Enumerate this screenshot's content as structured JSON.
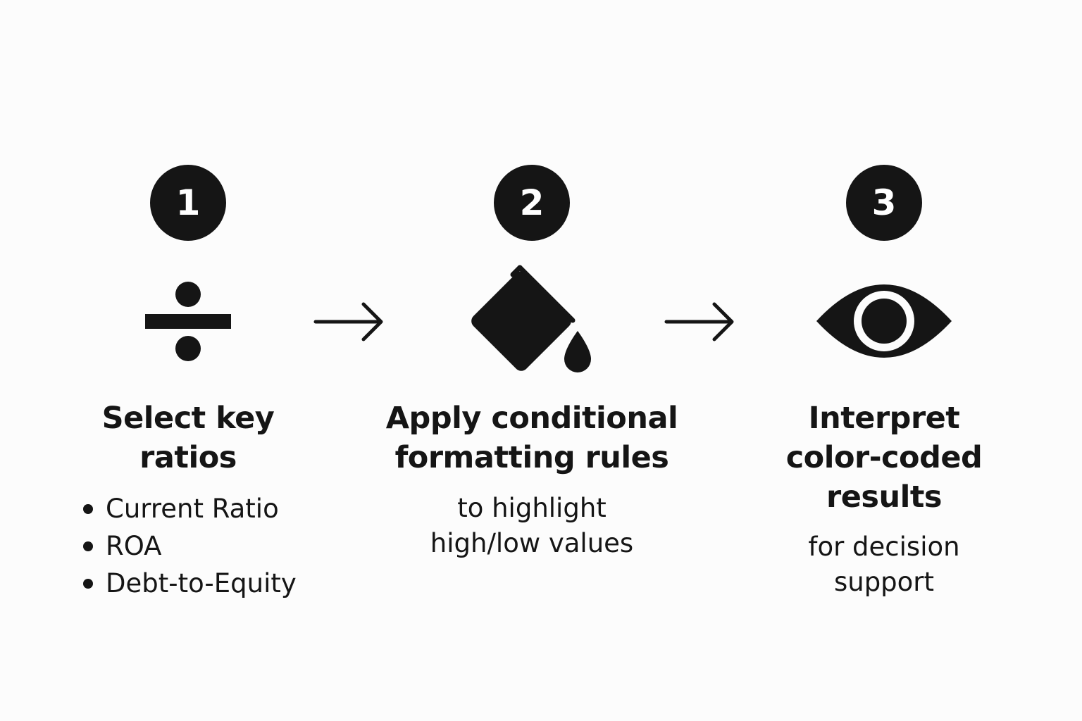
{
  "colors": {
    "ink": "#151515",
    "background": "#fcfcfc",
    "badge_text": "#ffffff"
  },
  "steps": [
    {
      "number": "1",
      "icon": "divide-icon",
      "title": "Select key\nratios",
      "bullets": [
        "Current Ratio",
        "ROA",
        "Debt-to-Equity"
      ]
    },
    {
      "number": "2",
      "icon": "paint-bucket-icon",
      "title": "Apply conditional\nformatting rules",
      "subtitle": "to highlight\nhigh/low values"
    },
    {
      "number": "3",
      "icon": "eye-icon",
      "title": "Interpret\ncolor-coded\nresults",
      "subtitle": "for decision\nsupport"
    }
  ],
  "connectors": [
    "arrow-right-icon",
    "arrow-right-icon"
  ]
}
